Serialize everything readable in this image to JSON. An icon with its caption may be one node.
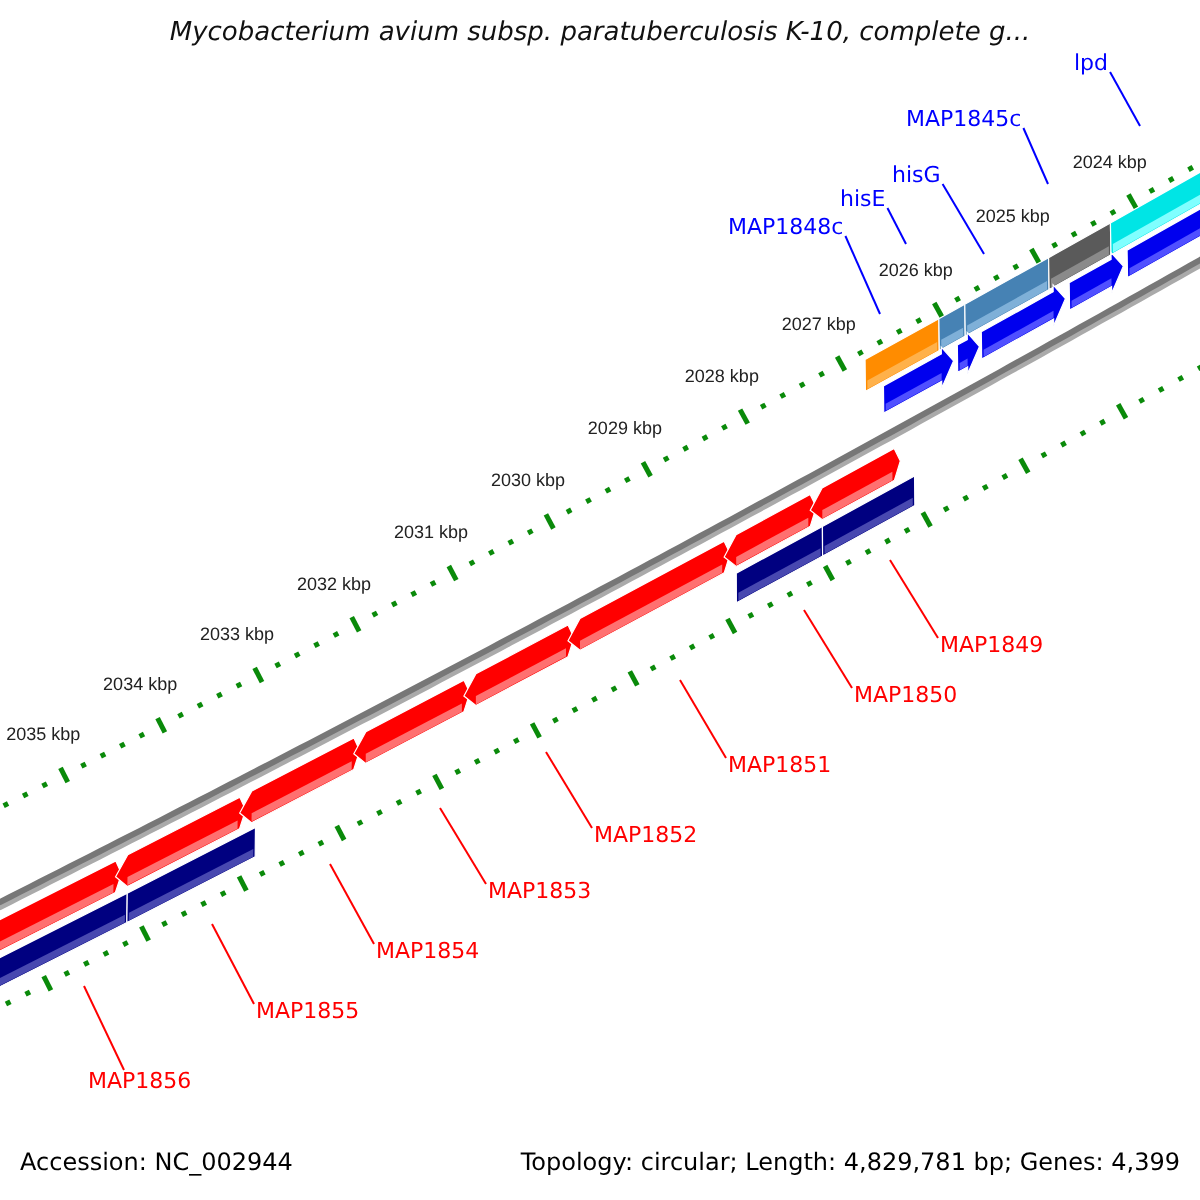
{
  "diagram": {
    "title": "Mycobacterium avium subsp. paratuberculosis K-10, complete g...",
    "nodes": [
      {
        "text": [
          "lpd"
        ]
      },
      {
        "text": [
          "MAP1845c"
        ]
      },
      {
        "text": [
          "hisG"
        ]
      },
      {
        "text": [
          "hisE"
        ]
      },
      {
        "text": [
          "MAP1848c"
        ]
      },
      {
        "text": [
          "MAP1849"
        ]
      },
      {
        "text": [
          "MAP1850"
        ]
      },
      {
        "text": [
          "MAP1851"
        ]
      },
      {
        "text": [
          "MAP1852"
        ]
      },
      {
        "text": [
          "MAP1853"
        ]
      },
      {
        "text": [
          "MAP1854"
        ]
      },
      {
        "text": [
          "MAP1855"
        ]
      },
      {
        "text": [
          "MAP1856"
        ]
      }
    ],
    "edges": [
      {
        "from": 0,
        "to": null,
        "arrow": "none",
        "color": "#0000ff"
      },
      {
        "from": 1,
        "to": null,
        "arrow": "none",
        "color": "#0000ff"
      },
      {
        "from": 2,
        "to": null,
        "arrow": "none",
        "color": "#0000ff"
      },
      {
        "from": 3,
        "to": null,
        "arrow": "none",
        "color": "#0000ff"
      },
      {
        "from": 4,
        "to": null,
        "arrow": "none",
        "color": "#0000ff"
      },
      {
        "from": 5,
        "to": null,
        "arrow": "none"
      },
      {
        "from": 6,
        "to": null,
        "arrow": "none"
      },
      {
        "from": 7,
        "to": null,
        "arrow": "none"
      },
      {
        "from": 8,
        "to": null,
        "arrow": "none"
      },
      {
        "from": 9,
        "to": null,
        "arrow": "none"
      },
      {
        "from": 10,
        "to": null,
        "arrow": "none"
      },
      {
        "from": 11,
        "to": null,
        "arrow": "none"
      },
      {
        "from": 12,
        "to": null,
        "arrow": "none"
      }
    ],
    "labels": [
      "2024 kbp",
      "2025 kbp",
      "2026 kbp",
      "2027 kbp",
      "2028 kbp",
      "2029 kbp",
      "2030 kbp",
      "2031 kbp",
      "2032 kbp",
      "2033 kbp",
      "2034 kbp",
      "2035 kbp",
      "Accession: NC_002944",
      "Topology: circular; Length: 4,829,781 bp; Genes: 4,399"
    ]
  }
}
